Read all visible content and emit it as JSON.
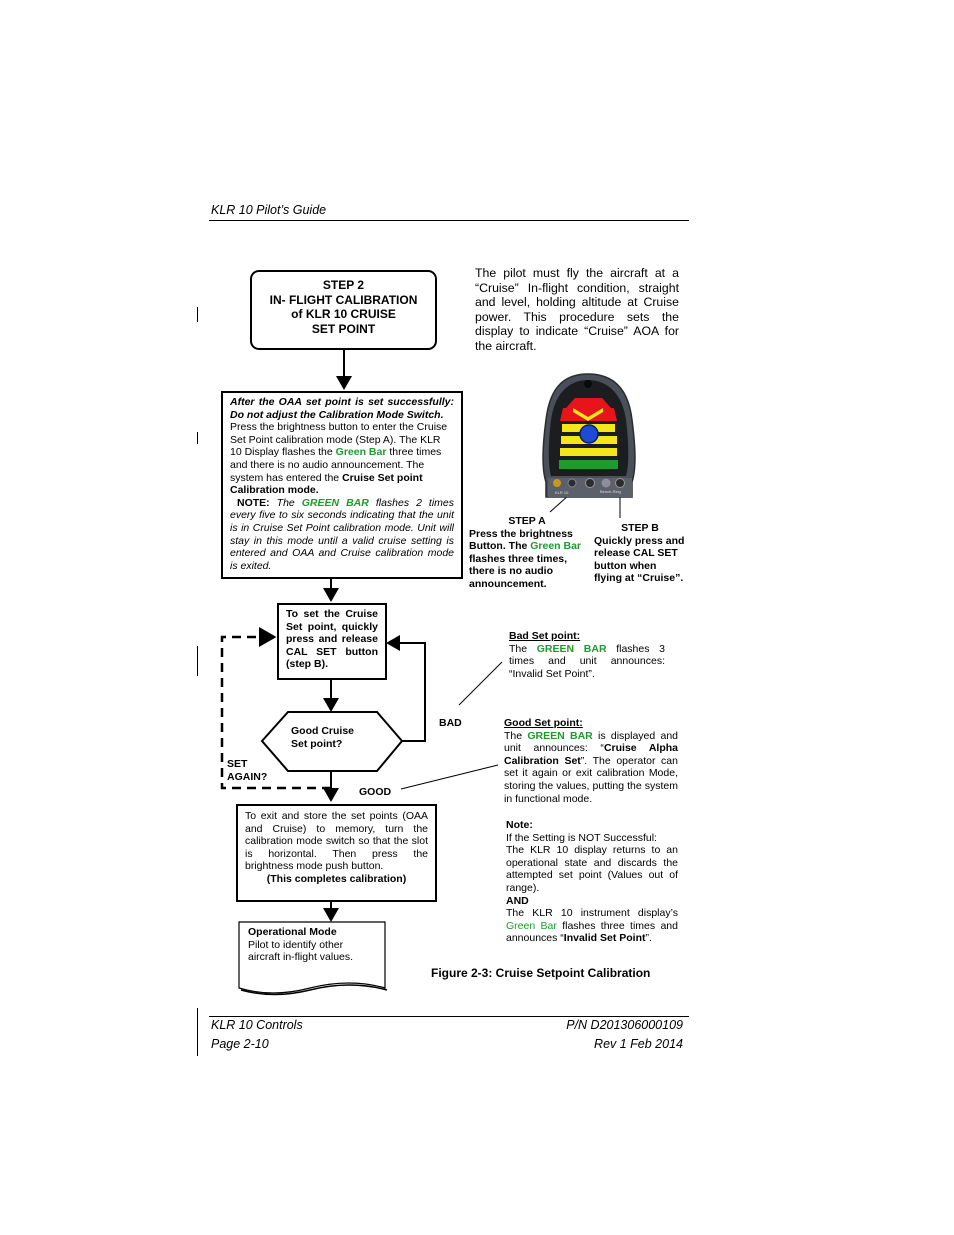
{
  "header": {
    "title": "KLR 10 Pilot’s Guide"
  },
  "footer": {
    "left_1": "KLR 10 Controls",
    "left_2": "Page 2-10",
    "right_1": "P/N D201306000109",
    "right_2": "Rev 1  Feb 2014"
  },
  "step2": {
    "line1": "STEP 2",
    "line2": "IN- FLIGHT CALIBRATION",
    "line3": "of KLR 10 CRUISE",
    "line4": "SET POINT"
  },
  "intro": "The pilot must fly the aircraft at a “Cruise” In-flight condition, straight and level, holding altitude at Cruise power. This procedure sets the display to indicate “Cruise” AOA for the aircraft.",
  "instructions": {
    "heading": "After the OAA set point is set successfully: Do not adjust the Calibration Mode Switch.",
    "p1_a": "Press the brightness button to enter the Cruise Set Point calibration mode (Step A). The KLR 10 Display flashes the ",
    "p1_green": "Green Bar",
    "p1_b": " three times and there is no audio announcement. The system has entered the ",
    "p1_bold": "Cruise Set point Calibration mode.",
    "note_label": "NOTE:",
    "note_a": " The ",
    "note_green": "GREEN BAR",
    "note_b": " flashes 2 times every five to six seconds indicating that the unit is in Cruise Set Point calibration mode. Unit will stay in this mode until a valid cruise setting is entered and OAA and Cruise calibration mode is exited."
  },
  "step_a": {
    "title": "STEP A",
    "text_a": "Press the brightness Button. The ",
    "text_green": "Green Bar",
    "text_b": " flashes three times, there is no audio announcement."
  },
  "step_b": {
    "title": "STEP B",
    "text": "Quickly press and release CAL SET button when flying at “Cruise”."
  },
  "set_cruise": "To set the Cruise Set point, quickly press and release CAL SET button (step B).",
  "decision": {
    "line1": "Good Cruise",
    "line2": "Set point?"
  },
  "labels": {
    "bad": "BAD",
    "good": "GOOD",
    "set_again_1": "SET",
    "set_again_2": "AGAIN?"
  },
  "bad_set": {
    "title": "Bad Set point:",
    "text_a": "The ",
    "text_green": "GREEN BAR",
    "text_b": " flashes 3 times and unit announces: “Invalid Set Point”."
  },
  "good_set": {
    "title": "Good Set point:",
    "text_a": "The ",
    "text_green": "GREEN BAR",
    "text_b": " is displayed and unit announces: “",
    "text_bold": "Cruise Alpha Calibration Set",
    "text_c": "”. The operator can set it again or exit calibration Mode, storing the values, putting the system in functional mode."
  },
  "exit_box": {
    "text": "To exit and store the set points (OAA and Cruise) to memory, turn the calibration mode switch so that the slot is horizontal. Then press the brightness mode push button.",
    "bold": "(This completes calibration)"
  },
  "op_mode": {
    "title": "Operational Mode",
    "text": "Pilot to identify other aircraft in-flight values."
  },
  "note": {
    "label": "Note:",
    "text1": "If the Setting is NOT Successful:",
    "text2": "The KLR 10 display returns to an operational state and discards the attempted set point (Values out of range).",
    "and": "AND",
    "text3_a": "The KLR 10 instrument display’s ",
    "text3_green": "Green Bar",
    "text3_b": " flashes three times and announces “",
    "text3_bold": "Invalid Set Point",
    "text3_c": "”."
  },
  "figure_caption": "Figure 2-3: Cruise Setpoint Calibration",
  "device": {
    "label_left": "KLR 10",
    "label_right": "Bench-Ring"
  },
  "colors": {
    "green": "#1e9b2f",
    "red": "#e8141b",
    "yellow": "#f5e61a",
    "blue": "#1d4bd6"
  }
}
